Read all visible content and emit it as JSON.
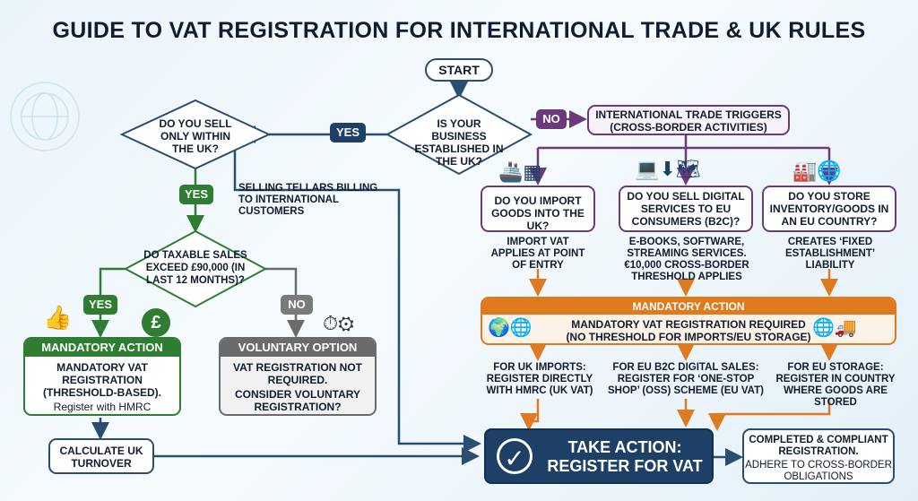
{
  "title": "GUIDE TO VAT REGISTRATION FOR INTERNATIONAL TRADE & UK RULES",
  "start": "START",
  "q_established": "IS YOUR BUSINESS ESTABLISHED IN THE UK?",
  "yes1": "YES",
  "no1": "NO",
  "q_only_uk": "DO YOU SELL ONLY WITHIN THE UK?",
  "yes2": "YES",
  "selling_note": "SELLING TELLARS BILLING TO INTERNATIONAL CUSTOMERS",
  "q_taxable": "DO TAXABLE SALES EXCEED £90,000 (IN LAST 12 MONTHS)?",
  "yes3": "YES",
  "no3": "NO",
  "mandatory_left": {
    "header": "MANDATORY ACTION",
    "line1": "MANDATORY VAT REGISTRATION (THRESHOLD-BASED).",
    "line2": "Register with HMRC"
  },
  "voluntary": {
    "header": "VOLUNTARY OPTION",
    "line1": "VAT REGISTRATION NOT REQUIRED.",
    "line2": "CONSIDER VOLUNTARY REGISTRATION?"
  },
  "calculate": "CALCULATE UK TURNOVER",
  "intl_triggers": "INTERNATIONAL TRADE TRIGGERS (CROSS-BORDER ACTIVITIES)",
  "q_import": "DO YOU IMPORT GOODS INTO THE UK?",
  "q_digital": "DO YOU SELL DIGITAL SERVICES TO EU CONSUMERS (B2C)?",
  "q_store": "DO YOU STORE INVENTORY/GOODS IN AN EU COUNTRY?",
  "note_import": "IMPORT VAT APPLIES AT POINT OF ENTRY",
  "note_digital": "E-BOOKS, SOFTWARE, STREAMING SERVICES. €10,000 CROSS-BORDER THRESHOLD APPLIES",
  "note_store": "CREATES ‘FIXED ESTABLISHMENT’ LIABILITY",
  "mandatory_right": {
    "header": "MANDATORY ACTION",
    "line1": "MANDATORY VAT REGISTRATION REQUIRED",
    "line2": "(NO THRESHOLD FOR IMPORTS/EU STORAGE)"
  },
  "reg_uk_imports": "FOR UK IMPORTS: REGISTER DIRECTLY WITH HMRC (UK VAT)",
  "reg_eu_b2c": "FOR EU B2C DIGITAL SALES: REGISTER FOR ‘ONE-STOP SHOP’ (OSS) SCHEME (EU VAT)",
  "reg_eu_storage": "FOR EU STORAGE: REGISTER IN COUNTRY WHERE GOODS ARE STORED",
  "take_action": "TAKE ACTION: REGISTER FOR VAT",
  "completed": {
    "line1": "COMPLETED & COMPLIANT REGISTRATION.",
    "line2": "ADHERE TO CROSS-BORDER OBLIGATIONS"
  },
  "colors": {
    "navy": "#1e3f66",
    "green": "#2e7d32",
    "gray": "#6b6b6b",
    "purple": "#6a3b7a",
    "orange": "#e07a1f"
  }
}
